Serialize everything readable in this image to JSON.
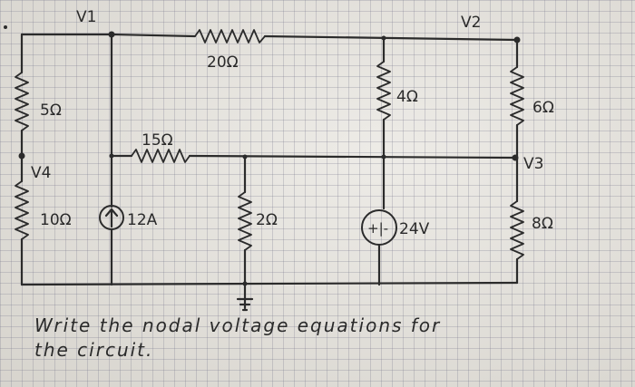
{
  "nodes": {
    "v1": "V1",
    "v2": "V2",
    "v3": "V3",
    "v4": "V4"
  },
  "resistors": {
    "r_top": "20Ω",
    "r_left_top": "5Ω",
    "r_left_bottom": "10Ω",
    "r_mid": "15Ω",
    "r_center": "2Ω",
    "r_4": "4Ω",
    "r_6": "6Ω",
    "r_8": "8Ω"
  },
  "sources": {
    "current": "12A",
    "voltage": "24V",
    "voltage_sign": "+|-"
  },
  "caption": {
    "line1": "Write the nodal voltage equations for",
    "line2": "the circuit."
  }
}
